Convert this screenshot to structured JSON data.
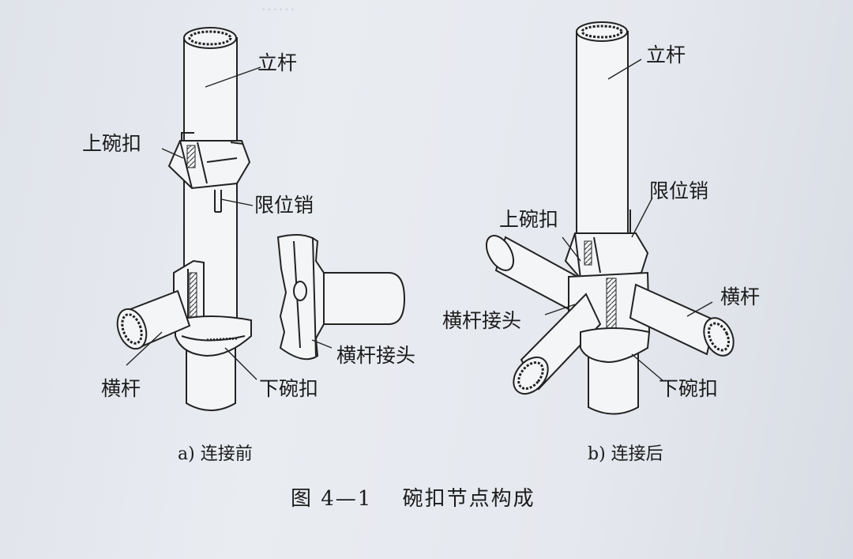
{
  "diagram": {
    "panel_a": {
      "labels": {
        "vertical_pole": "立杆",
        "upper_bowl": "上碗扣",
        "limit_pin": "限位销",
        "horizontal_bar": "横杆",
        "lower_bowl": "下碗扣",
        "bar_joint": "横杆接头"
      },
      "caption": "a) 连接前"
    },
    "panel_b": {
      "labels": {
        "vertical_pole": "立杆",
        "limit_pin": "限位销",
        "upper_bowl": "上碗扣",
        "horizontal_bar": "横杆",
        "bar_joint": "横杆接头",
        "lower_bowl": "下碗扣"
      },
      "caption": "b) 连接后"
    },
    "figure_title": "图 4—1　 碗扣节点构成"
  },
  "colors": {
    "paper": "#e6e9ee",
    "ink": "#1b1b1b"
  }
}
